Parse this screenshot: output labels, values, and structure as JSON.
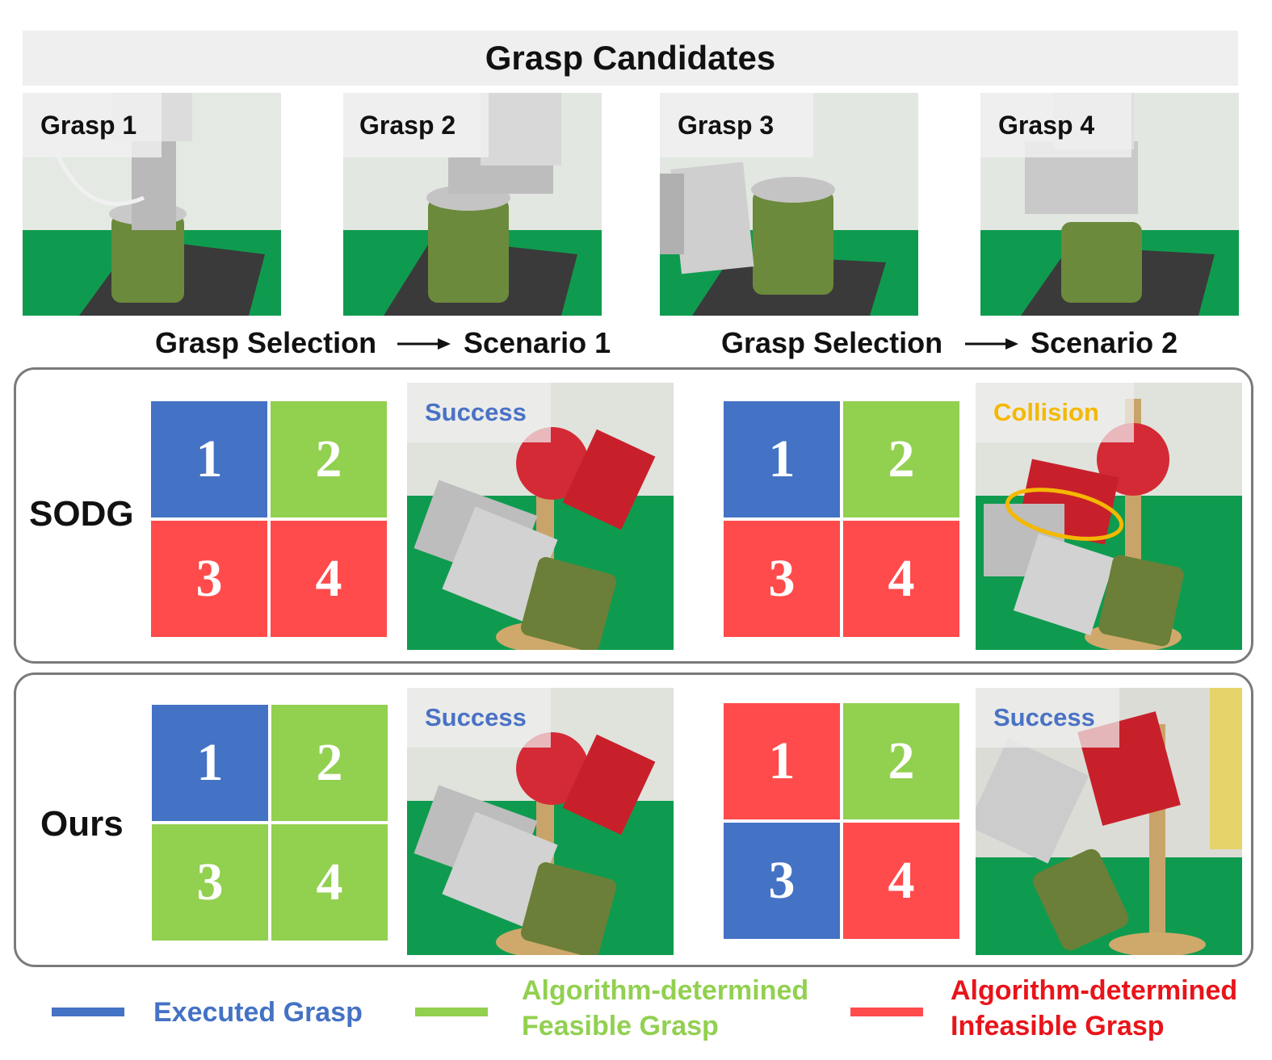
{
  "title": "Grasp Candidates",
  "colors": {
    "executed": "#4472c4",
    "feasible": "#92d050",
    "infeasible": "#ff4b4b",
    "success_text": "#4a72c4",
    "collision_text": "#f5b800",
    "infeasible_text": "#e8141a"
  },
  "grasp_candidates": [
    {
      "label": "Grasp 1"
    },
    {
      "label": "Grasp 2"
    },
    {
      "label": "Grasp 3"
    },
    {
      "label": "Grasp 4"
    }
  ],
  "flow": {
    "left_from": "Grasp Selection",
    "left_to": "Scenario 1",
    "right_from": "Grasp Selection",
    "right_to": "Scenario 2"
  },
  "methods": [
    {
      "name": "SODG",
      "scenario1": {
        "cells": [
          {
            "num": "1",
            "state": "executed"
          },
          {
            "num": "2",
            "state": "feasible"
          },
          {
            "num": "3",
            "state": "infeasible"
          },
          {
            "num": "4",
            "state": "infeasible"
          }
        ],
        "result": "Success"
      },
      "scenario2": {
        "cells": [
          {
            "num": "1",
            "state": "executed"
          },
          {
            "num": "2",
            "state": "feasible"
          },
          {
            "num": "3",
            "state": "infeasible"
          },
          {
            "num": "4",
            "state": "infeasible"
          }
        ],
        "result": "Collision"
      }
    },
    {
      "name": "Ours",
      "scenario1": {
        "cells": [
          {
            "num": "1",
            "state": "executed"
          },
          {
            "num": "2",
            "state": "feasible"
          },
          {
            "num": "3",
            "state": "feasible"
          },
          {
            "num": "4",
            "state": "feasible"
          }
        ],
        "result": "Success"
      },
      "scenario2": {
        "cells": [
          {
            "num": "1",
            "state": "infeasible"
          },
          {
            "num": "2",
            "state": "feasible"
          },
          {
            "num": "3",
            "state": "executed"
          },
          {
            "num": "4",
            "state": "infeasible"
          }
        ],
        "result": "Success"
      }
    }
  ],
  "legend": {
    "executed": "Executed Grasp",
    "feasible_line1": "Algorithm-determined",
    "feasible_line2": "Feasible Grasp",
    "infeasible_line1": "Algorithm-determined",
    "infeasible_line2": "Infeasible Grasp"
  }
}
